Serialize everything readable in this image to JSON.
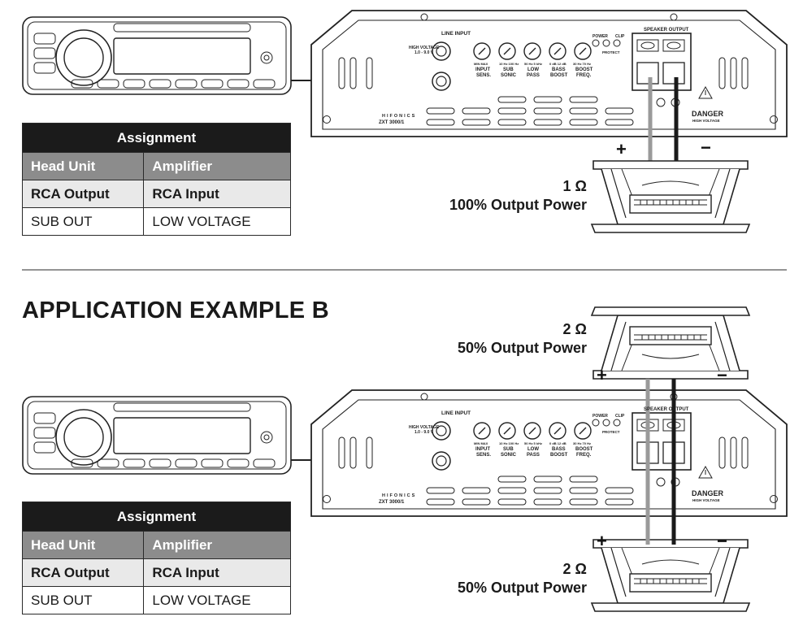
{
  "section_a": {
    "table": {
      "title": "Assignment",
      "col1_header": "Head Unit",
      "col2_header": "Amplifier",
      "row1": [
        "RCA Output",
        "RCA Input"
      ],
      "row2": [
        "SUB OUT",
        "LOW VOLTAGE"
      ]
    },
    "speaker_label": {
      "impedance": "1 Ω",
      "power": "100% Output Power"
    },
    "polarity": {
      "plus": "+",
      "minus": "−"
    }
  },
  "section_b": {
    "heading": "APPLICATION EXAMPLE B",
    "table": {
      "title": "Assignment",
      "col1_header": "Head Unit",
      "col2_header": "Amplifier",
      "row1": [
        "RCA Output",
        "RCA Input"
      ],
      "row2": [
        "SUB OUT",
        "LOW VOLTAGE"
      ]
    },
    "speaker_top_label": {
      "impedance": "2 Ω",
      "power": "50% Output Power"
    },
    "speaker_bottom_label": {
      "impedance": "2 Ω",
      "power": "50% Output Power"
    },
    "polarity": {
      "plus": "+",
      "minus": "−"
    }
  },
  "amplifier": {
    "line_input": "LINE INPUT",
    "high_voltage_line1": "HIGH VOLTAGE",
    "high_voltage_line2": "1.0 - 9.0 V",
    "knobs": [
      {
        "scale": "MIN   MAX",
        "line1": "INPUT",
        "line2": "SENS."
      },
      {
        "scale": "10 Hz  100 Hz",
        "line1": "SUB",
        "line2": "SONIC"
      },
      {
        "scale": "50 Hz  5 kHz",
        "line1": "LOW",
        "line2": "PASS"
      },
      {
        "scale": "0 dB  12 dB",
        "line1": "BASS",
        "line2": "BOOST"
      },
      {
        "scale": "30 Hz  70 Hz",
        "line1": "BOOST",
        "line2": "FREQ."
      }
    ],
    "power": "POWER",
    "clip": "CLIP",
    "protect": "PROTECT",
    "speaker_output": "SPEAKER OUTPUT",
    "brand": "HIFONICS",
    "model": "ZXT 3000/1",
    "danger": "DANGER",
    "danger_sub": "HIGH VOLTAGE"
  },
  "colors": {
    "dark_wire": "#1a1a1a",
    "light_wire": "#9a9a9a",
    "table_header": "#8c8c8c",
    "table_title": "#1b1b1b"
  }
}
